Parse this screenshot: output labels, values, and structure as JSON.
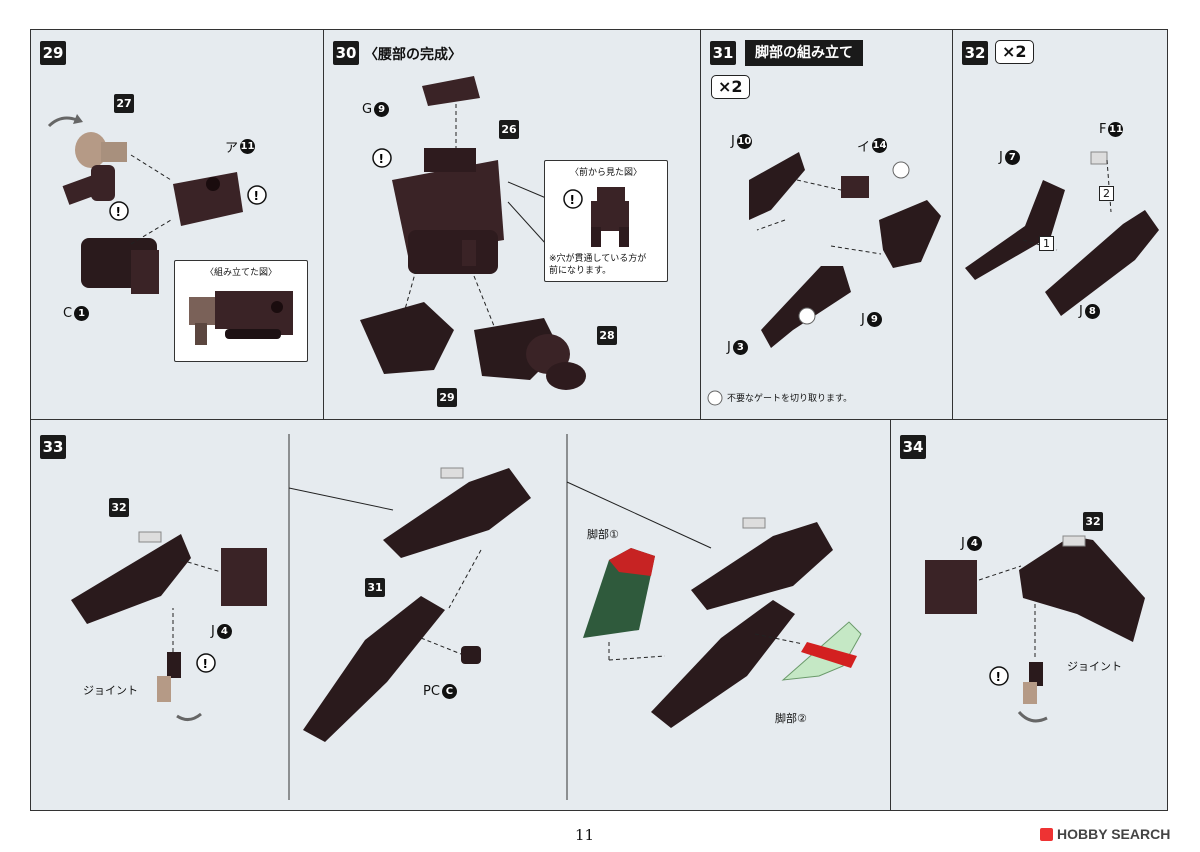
{
  "steps": {
    "s29": {
      "num": "29",
      "labels": {
        "p27": "27",
        "a11_prefix": "ア",
        "a11": "11",
        "c1_prefix": "C",
        "c1": "1"
      },
      "inset_title": "〈組み立てた図〉"
    },
    "s30": {
      "num": "30",
      "title": "〈腰部の完成〉",
      "labels": {
        "g9_prefix": "G",
        "g9": "9",
        "p26": "26",
        "p28": "28",
        "p29": "29"
      },
      "inset_title": "〈前から見た図〉",
      "note": [
        "※穴が貫通している方が",
        "前になります。"
      ]
    },
    "s31": {
      "num": "31",
      "title": "脚部の組み立て",
      "mult": "×2",
      "labels": {
        "j10_prefix": "J",
        "j10": "10",
        "i14_prefix": "イ",
        "i14": "14",
        "j9_prefix": "J",
        "j9": "9",
        "j3_prefix": "J",
        "j3": "3"
      },
      "note": "不要なゲートを切り取ります。"
    },
    "s32": {
      "num": "32",
      "mult": "×2",
      "labels": {
        "j7_prefix": "J",
        "j7": "7",
        "f11_prefix": "F",
        "f11": "11",
        "j8_prefix": "J",
        "j8": "8",
        "seq1": "1",
        "seq2": "2"
      }
    },
    "s33": {
      "num": "33",
      "labels": {
        "p32": "32",
        "j4_prefix": "J",
        "j4": "4",
        "joint": "ジョイント",
        "p31": "31",
        "pc_prefix": "PC",
        "pc": "C",
        "leg1": "脚部①",
        "leg2": "脚部②"
      }
    },
    "s34": {
      "num": "34",
      "labels": {
        "p32": "32",
        "j4_prefix": "J",
        "j4": "4",
        "joint": "ジョイント"
      }
    }
  },
  "footer": {
    "page_number": "11",
    "brand": "HOBBY SEARCH"
  },
  "colors": {
    "part_dark": "#3a2326",
    "part_tan": "#b59a86",
    "sheet_bg": "#e6ebef",
    "leg1_green": "#2f5a3c",
    "leg1_red": "#c72323",
    "leg2_green": "#c5e8c5",
    "leg2_red": "#d32020"
  }
}
